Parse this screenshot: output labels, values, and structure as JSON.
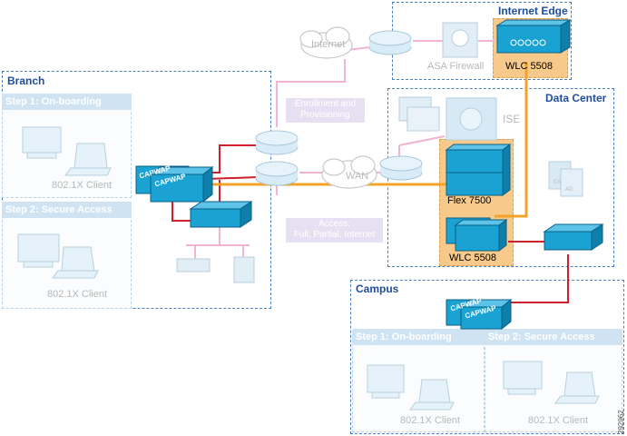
{
  "regions": {
    "internet_edge": "Internet Edge",
    "branch": "Branch",
    "data_center": "Data Center",
    "campus": "Campus"
  },
  "labels": {
    "internet": "Internet",
    "asa_firewall": "ASA Firewall",
    "wlc_edge": "WLC 5508",
    "enrollment_line1": "Enrollment and",
    "enrollment_line2": "Provisioning",
    "ise": "ISE",
    "wan": "WAN",
    "flex": "Flex 7500",
    "wlc_dc": "WLC 5508",
    "access_line1": "Access:",
    "access_line2": "Full, Partial, Internet",
    "ad": "AD",
    "ca": "CA",
    "capwap": "CAPWAP",
    "figure_id": "292962"
  },
  "branch": {
    "step1": "Step 1: On-boarding",
    "step1_client": "802.1X Client",
    "step2": "Step 2: Secure Access",
    "step2_client": "802.1X Client"
  },
  "campus": {
    "step1": "Step 1: On-boarding",
    "step1_client": "802.1X Client",
    "step2": "Step 2: Secure Access",
    "step2_client": "802.1X Client"
  },
  "colors": {
    "region_border": "#4a7fc1",
    "title": "#1f4e9a",
    "device": "#1aa3d2",
    "highlight": "#f7c98a",
    "red_link": "#d0202a",
    "orange_link": "#f2a328",
    "pink_link": "#f2b3d4",
    "purple_box": "#e7e0f3"
  }
}
